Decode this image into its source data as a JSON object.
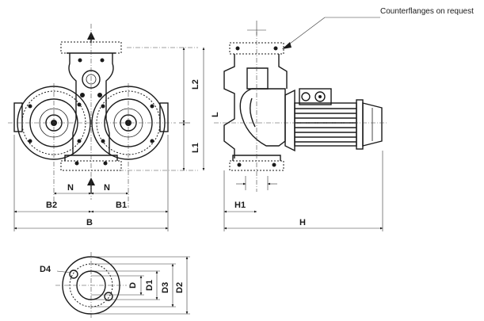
{
  "note": "Counterflanges on request",
  "labels": {
    "L2": "L2",
    "L": "L",
    "L1": "L1",
    "N_left": "N",
    "N_right": "N",
    "B2": "B2",
    "B1": "B1",
    "B": "B",
    "H1": "H1",
    "H": "H",
    "D4": "D4",
    "D": "D",
    "D1": "D1",
    "D3": "D3",
    "D2": "D2"
  }
}
